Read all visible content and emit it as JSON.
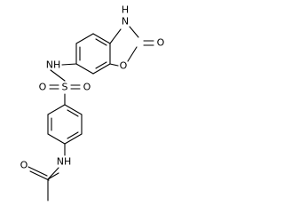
{
  "atoms": {
    "nh_ring": "N",
    "h_ring": "H",
    "o_carbonyl_ring": "O",
    "o_ring": "O",
    "nh_sulfonamide": "NH",
    "s": "S",
    "o_sulfonyl_left": "O",
    "o_sulfonyl_right": "O",
    "nh_amide": "NH",
    "o_amide": "O"
  }
}
